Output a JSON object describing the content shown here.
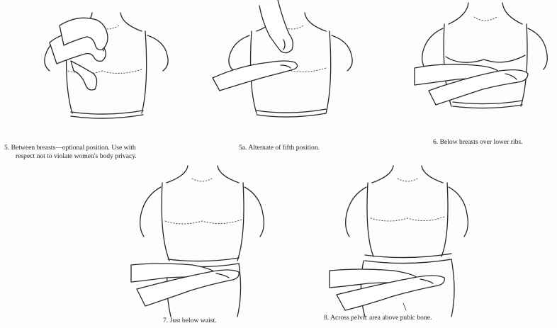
{
  "captions": {
    "c5": "5. Between breasts—optional position. Use with",
    "c5b": "respect not to violate women's body privacy.",
    "c5a": "5a. Alternate of fifth position.",
    "c6": "6. Below breasts over lower ribs.",
    "c7": "7. Just below waist.",
    "c8": "8. Across pelvic area above pubic bone."
  }
}
